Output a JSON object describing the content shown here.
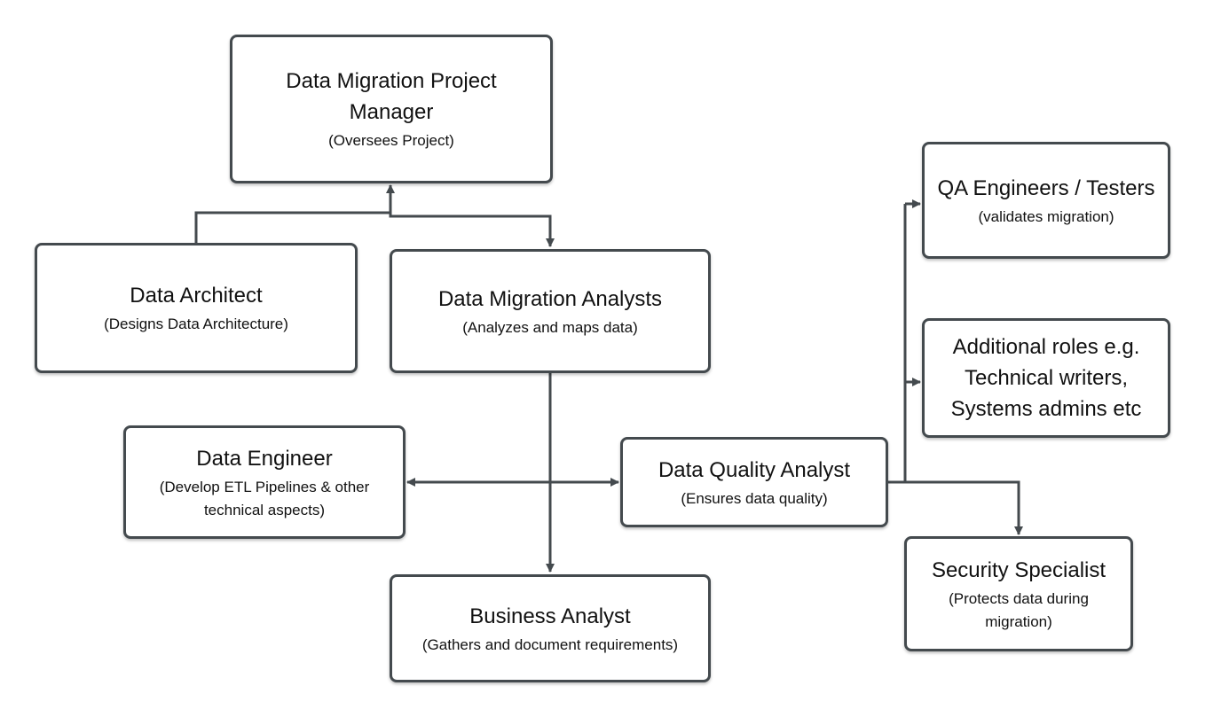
{
  "nodes": {
    "project_manager": {
      "title": "Data Migration Project Manager",
      "subtitle": "(Oversees Project)"
    },
    "data_architect": {
      "title": "Data Architect",
      "subtitle": "(Designs Data Architecture)"
    },
    "migration_analysts": {
      "title": "Data Migration Analysts",
      "subtitle": "(Analyzes and maps data)"
    },
    "data_engineer": {
      "title": "Data Engineer",
      "subtitle": "(Develop ETL Pipelines & other technical aspects)"
    },
    "quality_analyst": {
      "title": "Data Quality Analyst",
      "subtitle": "(Ensures data quality)"
    },
    "business_analyst": {
      "title": "Business Analyst",
      "subtitle": "(Gathers and document requirements)"
    },
    "qa_engineers": {
      "title": "QA Engineers / Testers",
      "subtitle": "(validates migration)"
    },
    "additional_roles": {
      "title": "Additional roles e.g. Technical writers, Systems admins etc"
    },
    "security_specialist": {
      "title": "Security Specialist",
      "subtitle": "(Protects data during migration)"
    }
  },
  "colors": {
    "line": "#444a4e",
    "border": "#444a4e",
    "background": "#ffffff"
  }
}
